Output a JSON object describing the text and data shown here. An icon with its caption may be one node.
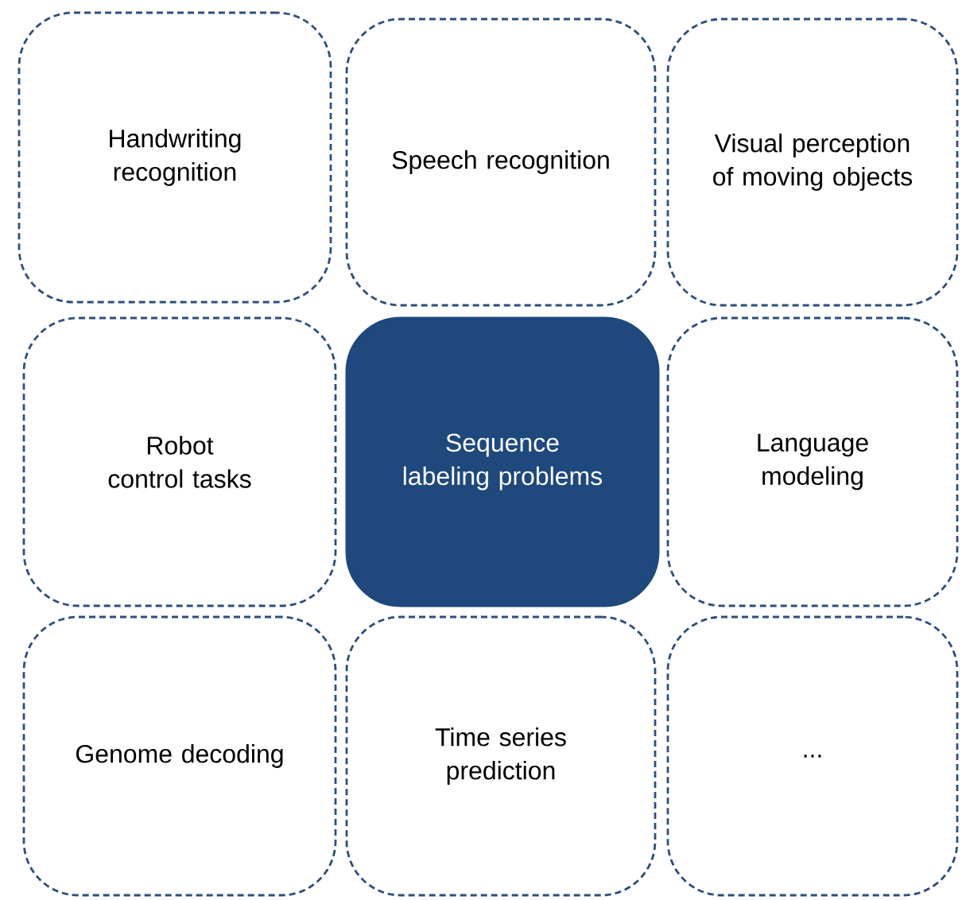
{
  "diagram": {
    "nodes": [
      {
        "text": [
          "Handwriting recognition"
        ]
      },
      {
        "text": [
          "Speech recognition"
        ]
      },
      {
        "text": [
          "Visual perception of moving objects"
        ]
      },
      {
        "text": [
          "Robot control tasks"
        ]
      },
      {
        "text": [
          "Sequence labeling problems"
        ]
      },
      {
        "text": [
          "Language modeling"
        ]
      },
      {
        "text": [
          "Genome decoding"
        ]
      },
      {
        "text": [
          "Time series prediction"
        ]
      },
      {
        "text": [
          "..."
        ]
      }
    ]
  }
}
